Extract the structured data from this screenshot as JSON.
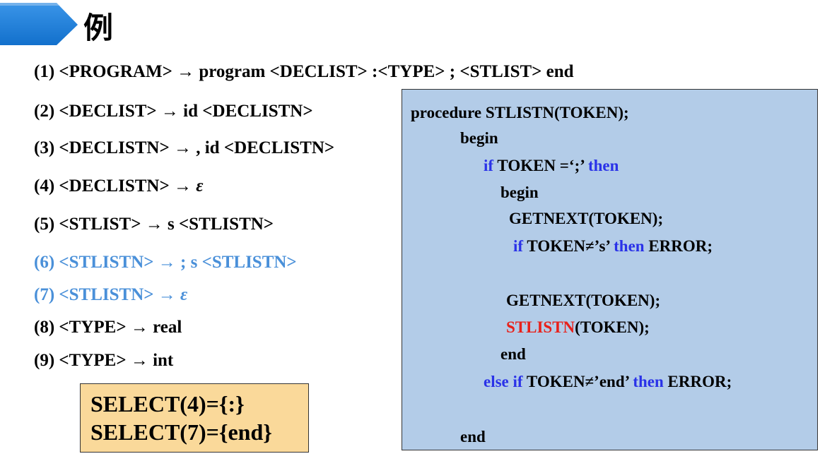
{
  "title": "例",
  "rules": [
    {
      "num": "(1)",
      "text": "<PROGRAM> → program <DECLIST> :<TYPE> ; <STLIST> end",
      "highlight": false
    },
    {
      "num": "(2)",
      "text": "<DECLIST> → id <DECLISTN>",
      "highlight": false
    },
    {
      "num": "(3)",
      "text": "<DECLISTN> → , id <DECLISTN>",
      "highlight": false
    },
    {
      "num": "(4)",
      "text": "<DECLISTN> → ",
      "eps": "ε",
      "highlight": false
    },
    {
      "num": "(5)",
      "text": "<STLIST> → s <STLISTN>",
      "highlight": false
    },
    {
      "num": "(6)",
      "text": "<STLISTN> → ; s <STLISTN>",
      "highlight": true
    },
    {
      "num": "(7)",
      "text": "<STLISTN> → ",
      "eps": "ε",
      "highlight": true
    },
    {
      "num": "(8)",
      "text": "<TYPE> → real",
      "highlight": false
    },
    {
      "num": "(9)",
      "text": "<TYPE> → int",
      "highlight": false
    }
  ],
  "select": [
    "SELECT(4)={:}",
    "SELECT(7)={end}"
  ],
  "code": {
    "l1": "procedure STLISTN(TOKEN);",
    "l2": "begin",
    "l3_kw1": "if",
    "l3_mid": " TOKEN =‘;’ ",
    "l3_kw2": "then",
    "l4": "begin",
    "l5": "GETNEXT(TOKEN);",
    "l6_kw1": "if",
    "l6_mid": " TOKEN≠’s’  ",
    "l6_kw2": "then",
    "l6_end": " ERROR;",
    "l7": "GETNEXT(TOKEN);",
    "l8_red": "STLISTN",
    "l8_rest": "(TOKEN);",
    "l9": "end",
    "l10_kw1": "else  if",
    "l10_mid": " TOKEN≠’end’  ",
    "l10_kw2": "then",
    "l10_end": " ERROR;",
    "l11": "end"
  },
  "colors": {
    "highlight_rule": "#4a90d9",
    "keyword": "#2a32e8",
    "recursive_call": "#e8201a",
    "code_bg": "#b3cce8",
    "select_bg": "#fad99a",
    "title_arrow": "#1e7fd6"
  }
}
